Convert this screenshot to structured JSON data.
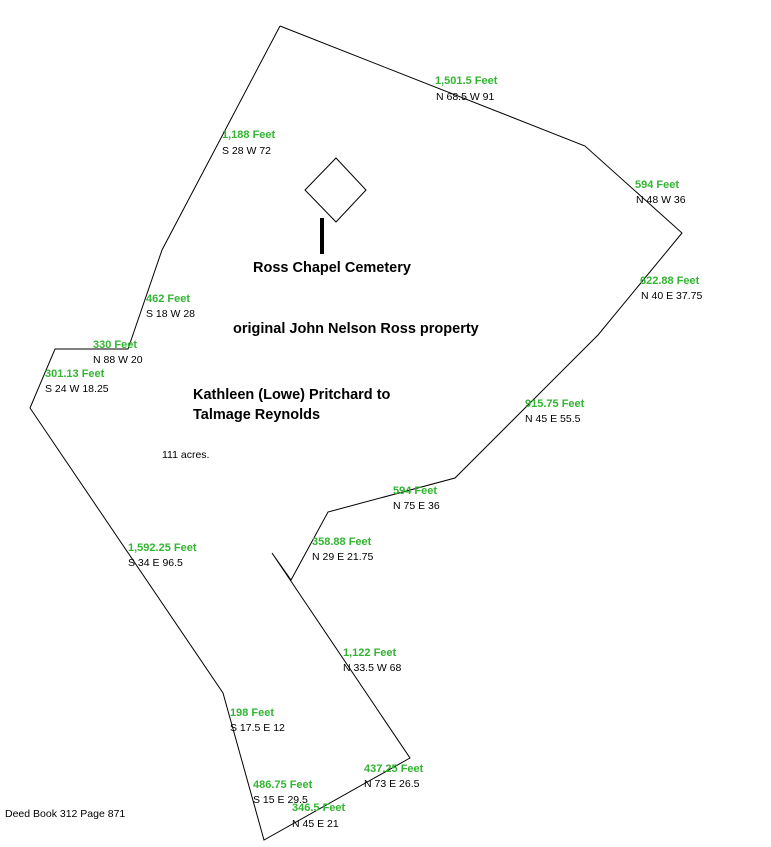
{
  "colors": {
    "distance": "#33b533",
    "bearing": "#000000",
    "boundary": "#000000",
    "background": "#ffffff"
  },
  "cemetery_label": "Ross Chapel Cemetery",
  "property_label": "original John Nelson Ross property",
  "transfer_line1": "Kathleen (Lowe) Pritchard to",
  "transfer_line2": "Talmage Reynolds",
  "acreage": "111 acres.",
  "deed_ref": "Deed Book 312 Page 871",
  "calls": [
    {
      "distance": "1,501.5 Feet",
      "bearing": "N 68.5 W 91"
    },
    {
      "distance": "1,188 Feet",
      "bearing": "S 28 W 72"
    },
    {
      "distance": "594 Feet",
      "bearing": "N 48 W 36"
    },
    {
      "distance": "622.88 Feet",
      "bearing": "N 40 E 37.75"
    },
    {
      "distance": "462 Feet",
      "bearing": "S 18 W 28"
    },
    {
      "distance": "330 Feet",
      "bearing": "N 88 W 20"
    },
    {
      "distance": "301.13 Feet",
      "bearing": "S 24 W 18.25"
    },
    {
      "distance": "915.75 Feet",
      "bearing": "N 45 E 55.5"
    },
    {
      "distance": "594 Feet",
      "bearing": "N 75 E 36"
    },
    {
      "distance": "358.88 Feet",
      "bearing": "N 29 E 21.75"
    },
    {
      "distance": "1,592.25 Feet",
      "bearing": "S 34 E 96.5"
    },
    {
      "distance": "1,122 Feet",
      "bearing": "N 33.5 W 68"
    },
    {
      "distance": "198 Feet",
      "bearing": "S 17.5 E 12"
    },
    {
      "distance": "437.25 Feet",
      "bearing": "N 73 E 26.5"
    },
    {
      "distance": "486.75 Feet",
      "bearing": "S 15 E 29.5"
    },
    {
      "distance": "346.5 Feet",
      "bearing": "N 45 E 21"
    }
  ]
}
